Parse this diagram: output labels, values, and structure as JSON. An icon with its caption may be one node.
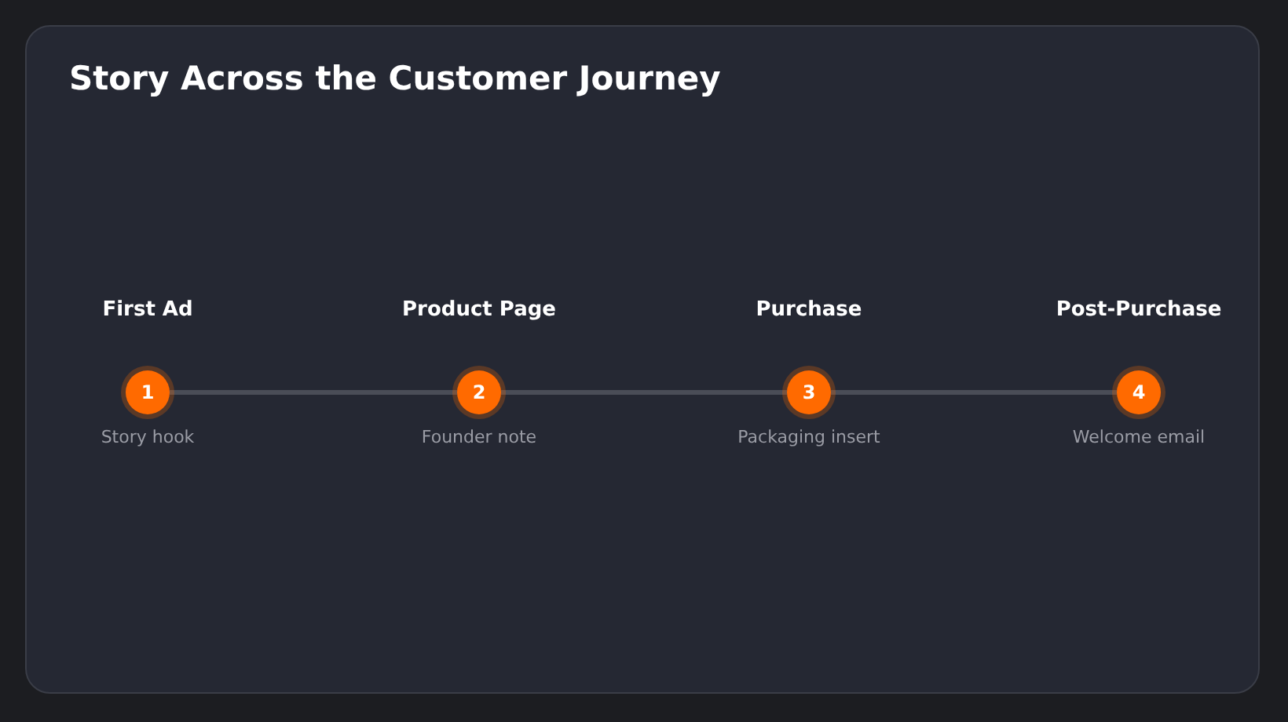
{
  "diagram": {
    "title": "Story Across the Customer Journey",
    "nodes": [
      {
        "text": [
          "1"
        ],
        "beside": [
          "First Ad",
          "Story hook"
        ]
      },
      {
        "text": [
          "2"
        ],
        "beside": [
          "Product Page",
          "Founder note"
        ]
      },
      {
        "text": [
          "3"
        ],
        "beside": [
          "Purchase",
          "Packaging insert"
        ]
      },
      {
        "text": [
          "4"
        ],
        "beside": [
          "Post-Purchase",
          "Welcome email"
        ]
      }
    ],
    "edges": [
      {
        "from": 0,
        "to": 1,
        "arrow": "none"
      },
      {
        "from": 1,
        "to": 2,
        "arrow": "none"
      },
      {
        "from": 2,
        "to": 3,
        "arrow": "none"
      }
    ]
  }
}
